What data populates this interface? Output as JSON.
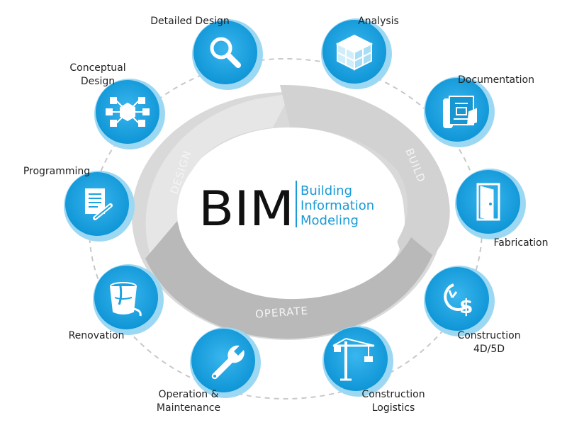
{
  "center": {
    "acronym": "BIM",
    "lines": [
      "Building",
      "Information",
      "Modeling"
    ]
  },
  "cycle": {
    "design": "DESIGN",
    "build": "BUILD",
    "operate": "OPERATE"
  },
  "nodes": [
    {
      "label": "Detailed Design",
      "icon": "magnifier-icon"
    },
    {
      "label": "Analysis",
      "icon": "cube-model-icon"
    },
    {
      "label": "Documentation",
      "icon": "blueprint-documents-icon"
    },
    {
      "label": "Fabrication",
      "icon": "door-icon"
    },
    {
      "label": "Construction 4D/5D",
      "lines": [
        "Construction",
        "4D/5D"
      ],
      "icon": "clock-dollar-icon"
    },
    {
      "label": "Construction Logistics",
      "lines": [
        "Construction",
        "Logistics"
      ],
      "icon": "tower-crane-icon"
    },
    {
      "label": "Operation & Maintenance",
      "lines": [
        "Operation &",
        "Maintenance"
      ],
      "icon": "wrench-icon"
    },
    {
      "label": "Renovation",
      "icon": "paint-bucket-icon"
    },
    {
      "label": "Programming",
      "icon": "document-pen-icon"
    },
    {
      "label": "Conceptual Design",
      "lines": [
        "Conceptual",
        "Design"
      ],
      "icon": "network-nodes-icon"
    }
  ],
  "colors": {
    "node": "#1aa3e0",
    "node_shadow": "#8fd2f1",
    "ring_light": "#e2e2e2",
    "ring_dark": "#bcbcbc",
    "text_blue": "#1a9ad6",
    "dashed_orbit": "#c8c8c8"
  }
}
